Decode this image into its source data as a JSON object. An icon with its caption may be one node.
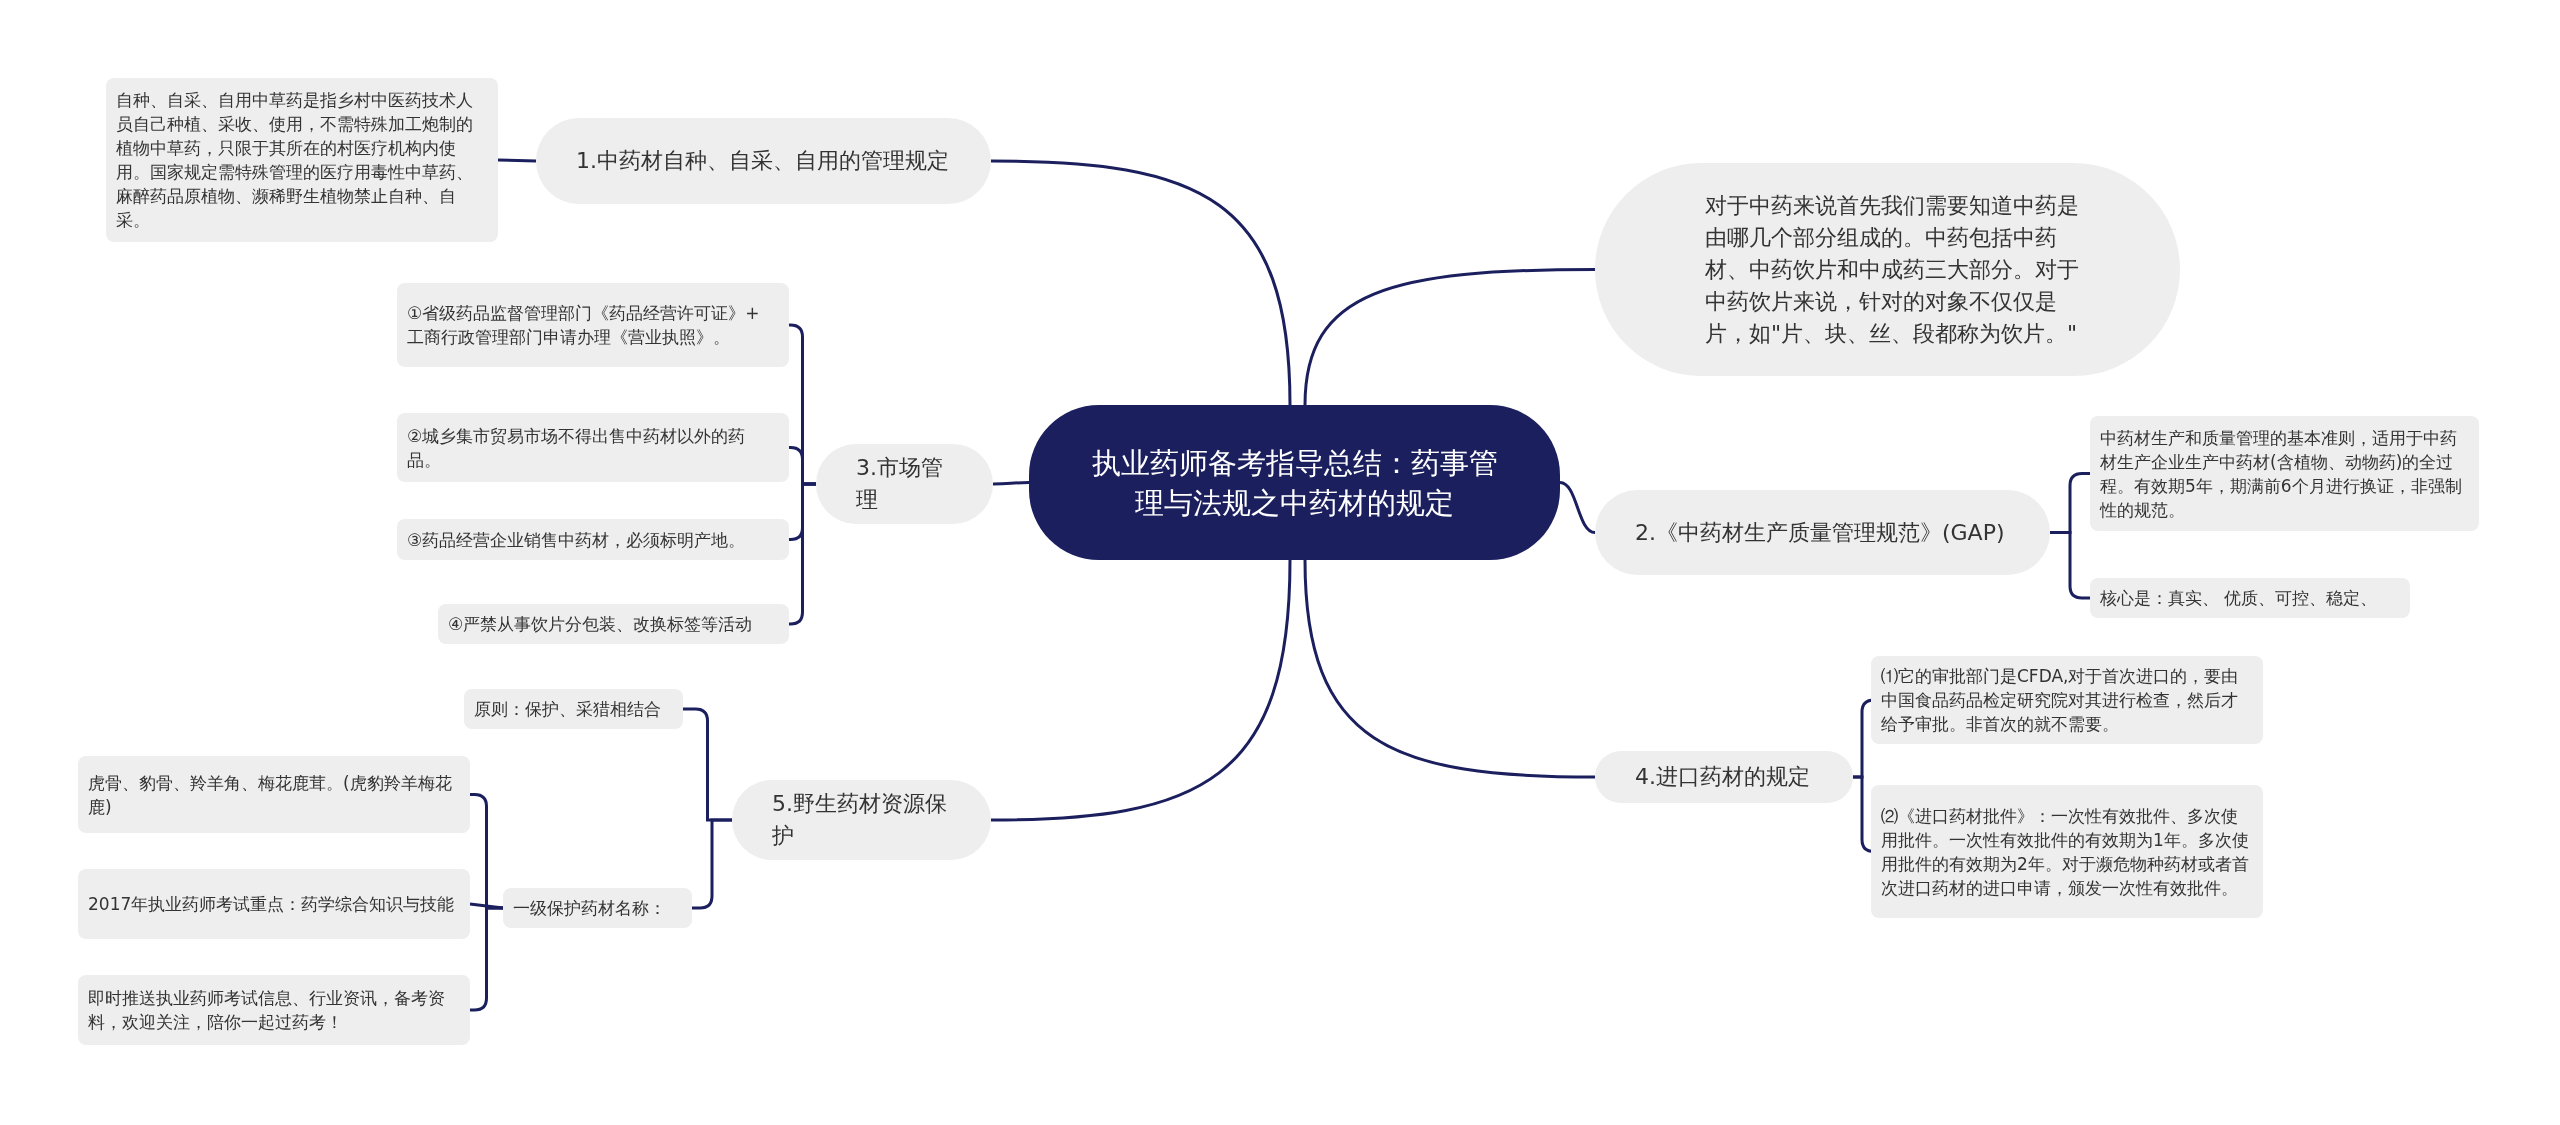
{
  "diagram": {
    "nodes": [
      {
        "text": [
          "执业药师备考指导总结：药事管理与法规之中药材的规定"
        ]
      },
      {
        "text": [
          "1.中药材自种、自采、自用的管理规定"
        ]
      },
      {
        "text": [
          "自种、自采、自用中草药是指乡村中医药技术人员自己种植、采收、使用，不需特殊加工炮制的植物中草药，只限于其所在的村医疗机构内使用。国家规定需特殊管理的医疗用毒性中草药、麻醉药品原植物、濒稀野生植物禁止自种、自采。"
        ]
      },
      {
        "text": [
          "3.市场管理"
        ]
      },
      {
        "text": [
          "①省级药品监督管理部门《药品经营许可证》+ 工商行政管理部门申请办理《营业执照》。"
        ]
      },
      {
        "text": [
          "②城乡集市贸易市场不得出售中药材以外的药品。"
        ]
      },
      {
        "text": [
          "③药品经营企业销售中药材，必须标明产地。"
        ]
      },
      {
        "text": [
          "④严禁从事饮片分包装、改换标签等活动"
        ]
      },
      {
        "text": [
          "5.野生药材资源保护"
        ]
      },
      {
        "text": [
          "原则：保护、采猎相结合"
        ]
      },
      {
        "text": [
          "一级保护药材名称："
        ]
      },
      {
        "text": [
          "虎骨、豹骨、羚羊角、梅花鹿茸。(虎豹羚羊梅花鹿)"
        ]
      },
      {
        "text": [
          "2017年执业药师考试重点：药学综合知识与技能"
        ]
      },
      {
        "text": [
          "即时推送执业药师考试信息、行业资讯，备考资料，欢迎关注，陪你一起过药考！"
        ]
      },
      {
        "text": [
          "对于中药来说首先我们需要知道中药是由哪几个部分组成的。中药包括中药材、中药饮片和中成药三大部分。对于中药饮片来说，针对的对象不仅仅是片，如\"片、块、丝、段都称为饮片。\""
        ]
      },
      {
        "text": [
          "2.《中药材生产质量管理规范》(GAP)"
        ]
      },
      {
        "text": [
          "中药材生产和质量管理的基本准则，适用于中药材生产企业生产中药材(含植物、动物药)的全过程。有效期5年，期满前6个月进行换证，非强制性的规范。"
        ]
      },
      {
        "text": [
          "核心是：真实、 优质、可控、稳定、"
        ]
      },
      {
        "text": [
          "4.进口药材的规定"
        ]
      },
      {
        "text": [
          "⑴它的审批部门是CFDA,对于首次进口的，要由中国食品药品检定研究院对其进行检查，然后才给予审批。非首次的就不需要。"
        ]
      },
      {
        "text": [
          "⑵《进口药材批件》：一次性有效批件、多次使用批件。一次性有效批件的有效期为1年。多次使用批件的有效期为2年。对于濒危物种药材或者首次进口药材的进口申请，颁发一次性有效批件。"
        ]
      }
    ],
    "edges": [
      {
        "from": 0,
        "to": 1,
        "arrow": "none"
      },
      {
        "from": 1,
        "to": 2,
        "arrow": "none"
      },
      {
        "from": 0,
        "to": 3,
        "arrow": "none"
      },
      {
        "from": 3,
        "to": 4,
        "arrow": "none"
      },
      {
        "from": 3,
        "to": 5,
        "arrow": "none"
      },
      {
        "from": 3,
        "to": 6,
        "arrow": "none"
      },
      {
        "from": 3,
        "to": 7,
        "arrow": "none"
      },
      {
        "from": 0,
        "to": 8,
        "arrow": "none"
      },
      {
        "from": 8,
        "to": 9,
        "arrow": "none"
      },
      {
        "from": 8,
        "to": 10,
        "arrow": "none"
      },
      {
        "from": 10,
        "to": 11,
        "arrow": "none"
      },
      {
        "from": 10,
        "to": 12,
        "arrow": "none"
      },
      {
        "from": 10,
        "to": 13,
        "arrow": "none"
      },
      {
        "from": 0,
        "to": 14,
        "arrow": "none"
      },
      {
        "from": 0,
        "to": 15,
        "arrow": "none"
      },
      {
        "from": 15,
        "to": 16,
        "arrow": "none"
      },
      {
        "from": 15,
        "to": 17,
        "arrow": "none"
      },
      {
        "from": 0,
        "to": 18,
        "arrow": "none"
      },
      {
        "from": 18,
        "to": 19,
        "arrow": "none"
      },
      {
        "from": 18,
        "to": 20,
        "arrow": "none"
      }
    ]
  }
}
